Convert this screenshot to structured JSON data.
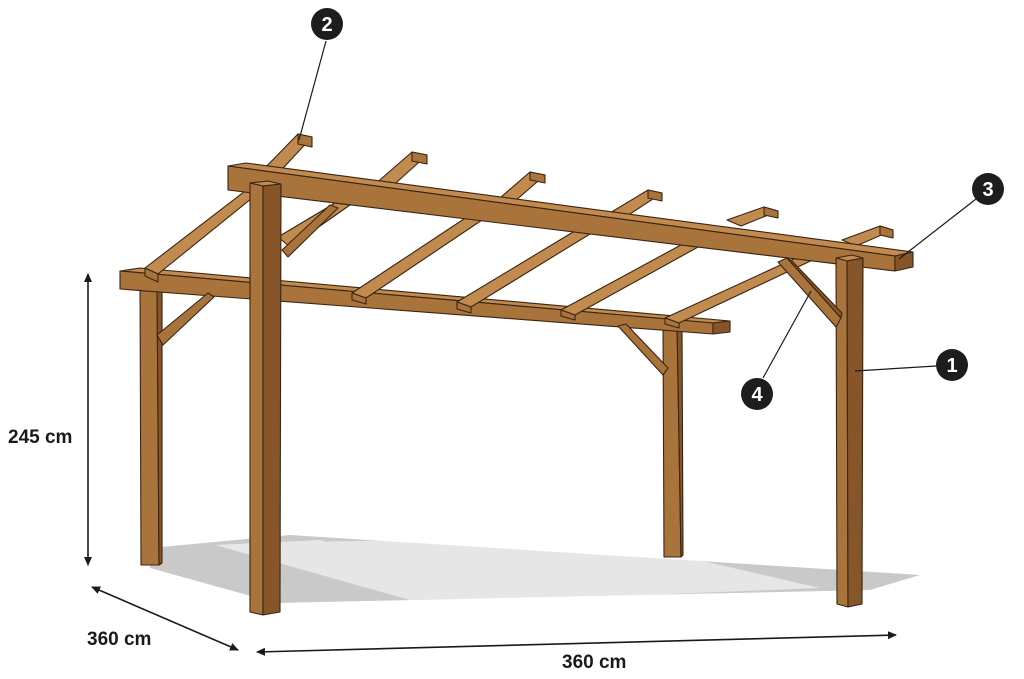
{
  "dimensions": {
    "height": "245 cm",
    "depth": "360 cm",
    "width": "360 cm"
  },
  "callouts": [
    {
      "number": "1",
      "part": "post"
    },
    {
      "number": "2",
      "part": "rafter"
    },
    {
      "number": "3",
      "part": "beam"
    },
    {
      "number": "4",
      "part": "brace"
    }
  ],
  "colors": {
    "wood": "#a9733c",
    "wood_dark": "#86552a",
    "outline": "#3a2412",
    "shadow": "#c9c9c9",
    "callout": "#1d1d1d"
  }
}
